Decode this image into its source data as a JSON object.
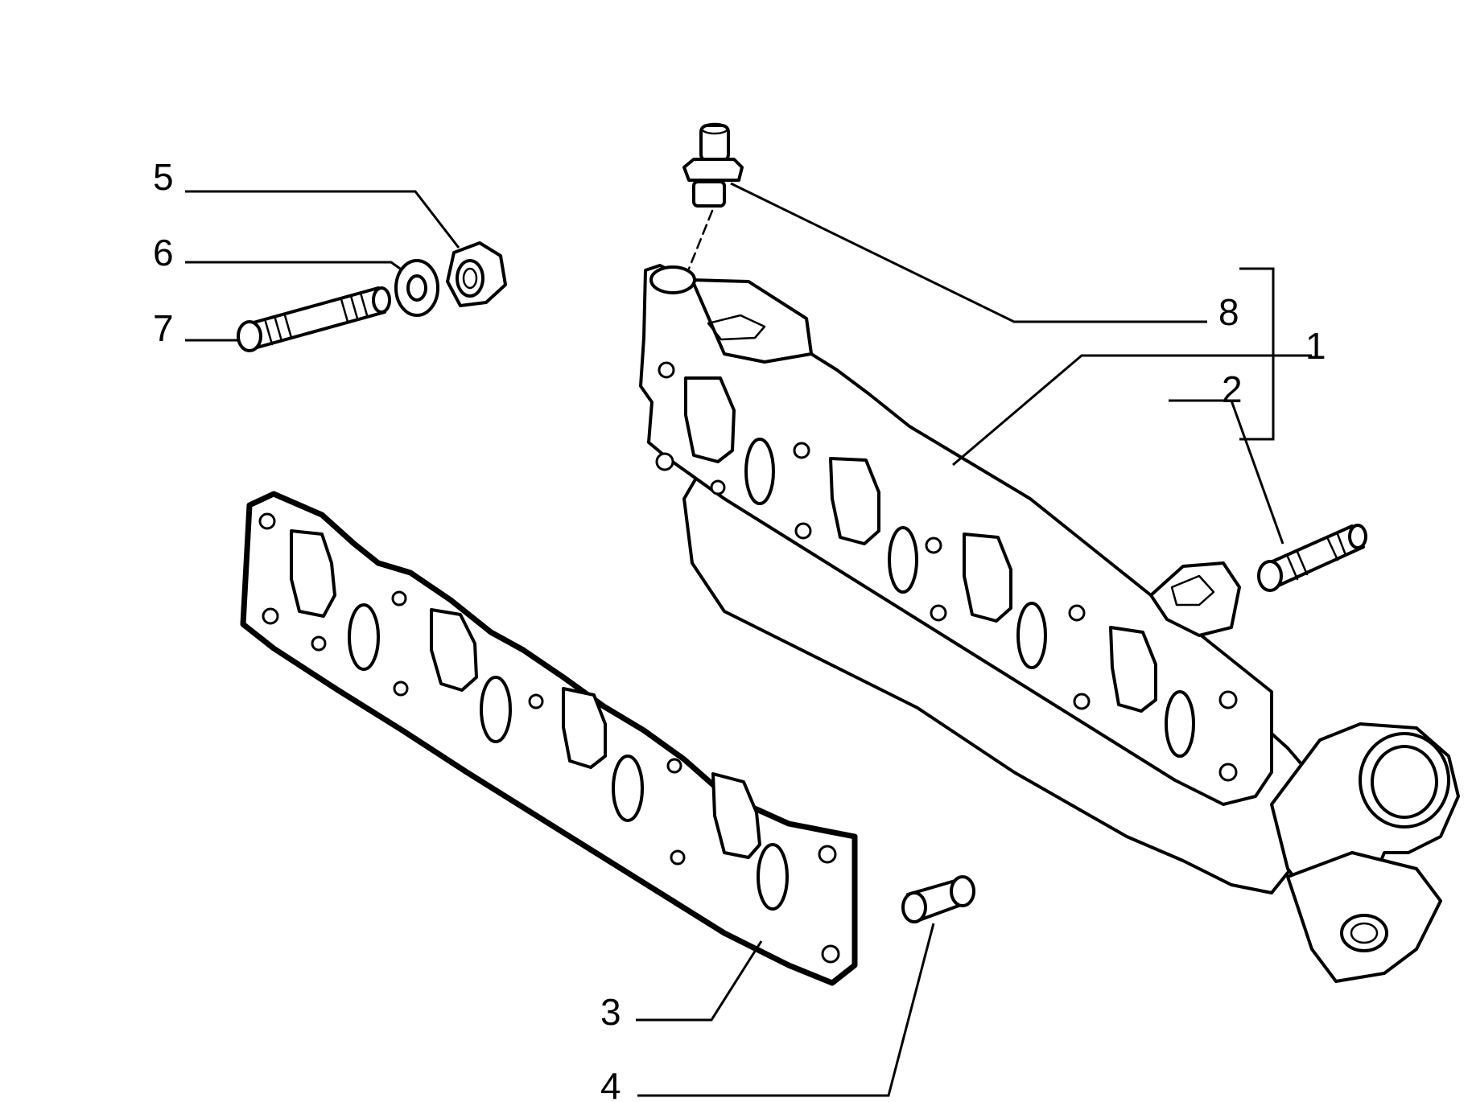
{
  "callouts": {
    "c1": "1",
    "c2": "2",
    "c3": "3",
    "c4": "4",
    "c5": "5",
    "c6": "6",
    "c7": "7",
    "c8": "8"
  },
  "parts": {
    "p1": "exhaust-manifold",
    "p2": "stud",
    "p3": "manifold-gasket",
    "p4": "plug",
    "p5": "nut",
    "p6": "washer",
    "p7": "stud",
    "p8": "fitting"
  },
  "colors": {
    "line": "#000000",
    "background": "#ffffff"
  }
}
